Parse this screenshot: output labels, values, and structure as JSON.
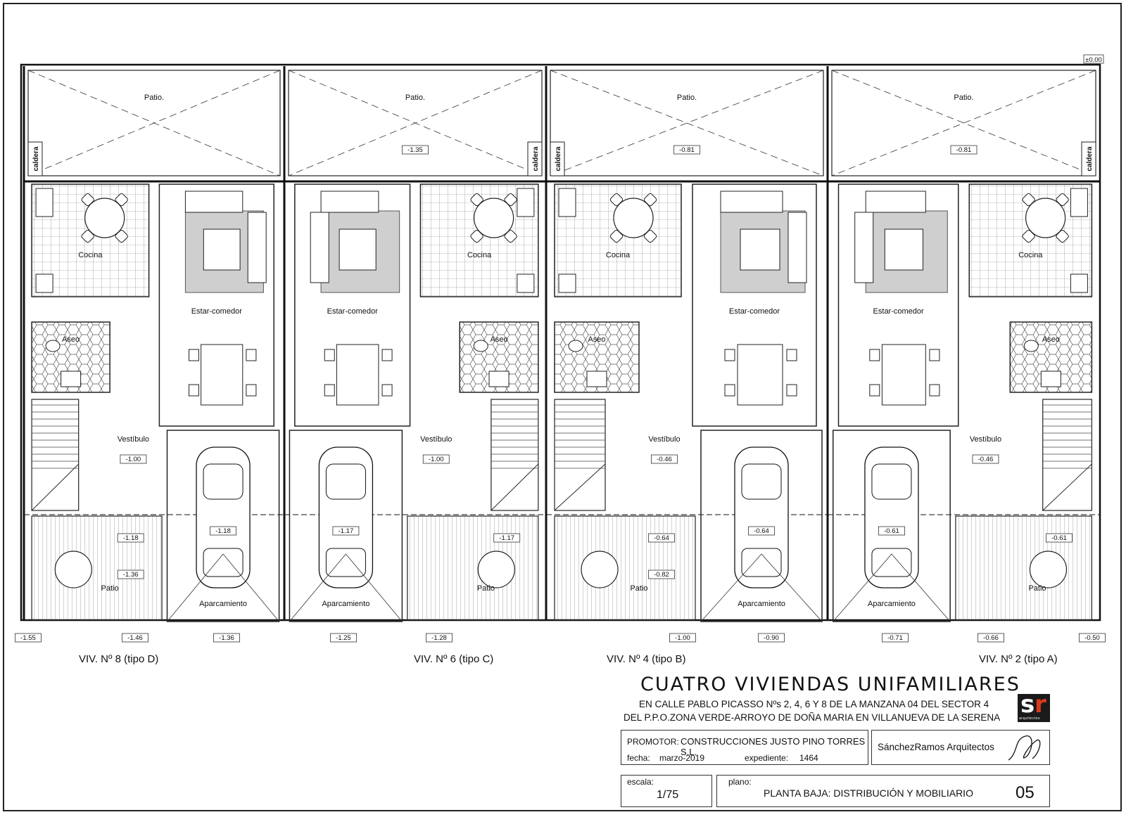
{
  "ref_level": "±0.00",
  "rooms": {
    "patio": "Patio.",
    "kitchen": "Cocina",
    "living": "Estar-comedor",
    "toilet": "Aseo",
    "hall": "Vestíbulo",
    "yard": "Patio",
    "parking": "Aparcamiento",
    "boiler": "caldera"
  },
  "units": [
    {
      "label": "VIV. Nº 8 (tipo D)",
      "patio_level": "",
      "hall_level": "-1.00",
      "car_level": "-1.18",
      "yard_levels": [
        "-1.18",
        "-1.36"
      ]
    },
    {
      "label": "VIV. Nº 6 (tipo C)",
      "patio_level": "-1.35",
      "hall_level": "-1.00",
      "car_level": "-1.17",
      "yard_levels": [
        "-1.17"
      ]
    },
    {
      "label": "VIV. Nº 4 (tipo B)",
      "patio_level": "-0.81",
      "hall_level": "-0.46",
      "car_level": "-0.64",
      "yard_levels": [
        "-0.64",
        "-0.82"
      ]
    },
    {
      "label": "VIV. Nº 2 (tipo A)",
      "patio_level": "-0.81",
      "hall_level": "-0.46",
      "car_level": "-0.61",
      "yard_levels": [
        "-0.61"
      ]
    }
  ],
  "street_levels": [
    "-1.55",
    "-1.46",
    "-1.36",
    "-1.25",
    "-1.28",
    "-1.00",
    "-0.90",
    "-0.71",
    "-0.66",
    "-0.50"
  ],
  "title": {
    "main": "CUATRO VIVIENDAS UNIFAMILIARES",
    "line1": "EN CALLE PABLO PICASSO Nºs 2, 4, 6 Y 8 DE  LA MANZANA 04 DEL SECTOR 4",
    "line2": "DEL P.P.O.ZONA VERDE-ARROYO DE DOÑA MARIA EN VILLANUEVA DE LA SERENA"
  },
  "titleblock": {
    "promotor_label": "PROMOTOR:",
    "promotor": "CONSTRUCCIONES JUSTO PINO TORRES S.L.",
    "fecha_label": "fecha:",
    "fecha": "marzo-2019",
    "expediente_label": "expediente:",
    "expediente": "1464",
    "firm": "SánchezRamos Arquitectos",
    "escala_label": "escala:",
    "escala": "1/75",
    "plano_label": "plano:",
    "plano": "PLANTA BAJA: DISTRIBUCIÓN Y MOBILIARIO",
    "sheet": "05"
  },
  "logo": {
    "s": "s",
    "r": "r",
    "sub": "arquitectos"
  }
}
